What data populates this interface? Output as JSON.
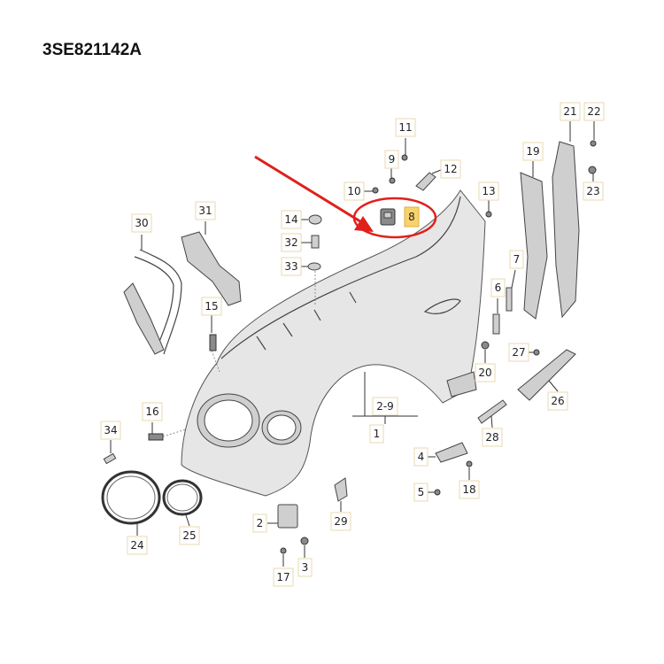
{
  "header": {
    "part_number": "3SE821142A"
  },
  "callouts": [
    "1",
    "2-9",
    "2",
    "3",
    "4",
    "5",
    "6",
    "7",
    "8",
    "9",
    "10",
    "11",
    "12",
    "13",
    "14",
    "15",
    "16",
    "17",
    "18",
    "19",
    "20",
    "21",
    "22",
    "23",
    "24",
    "25",
    "26",
    "27",
    "28",
    "29",
    "30",
    "31",
    "32",
    "33",
    "34"
  ],
  "colors": {
    "highlight_ring": "#e0201b",
    "arrow": "#e0201b",
    "highlight_box": "#f7d36a"
  }
}
